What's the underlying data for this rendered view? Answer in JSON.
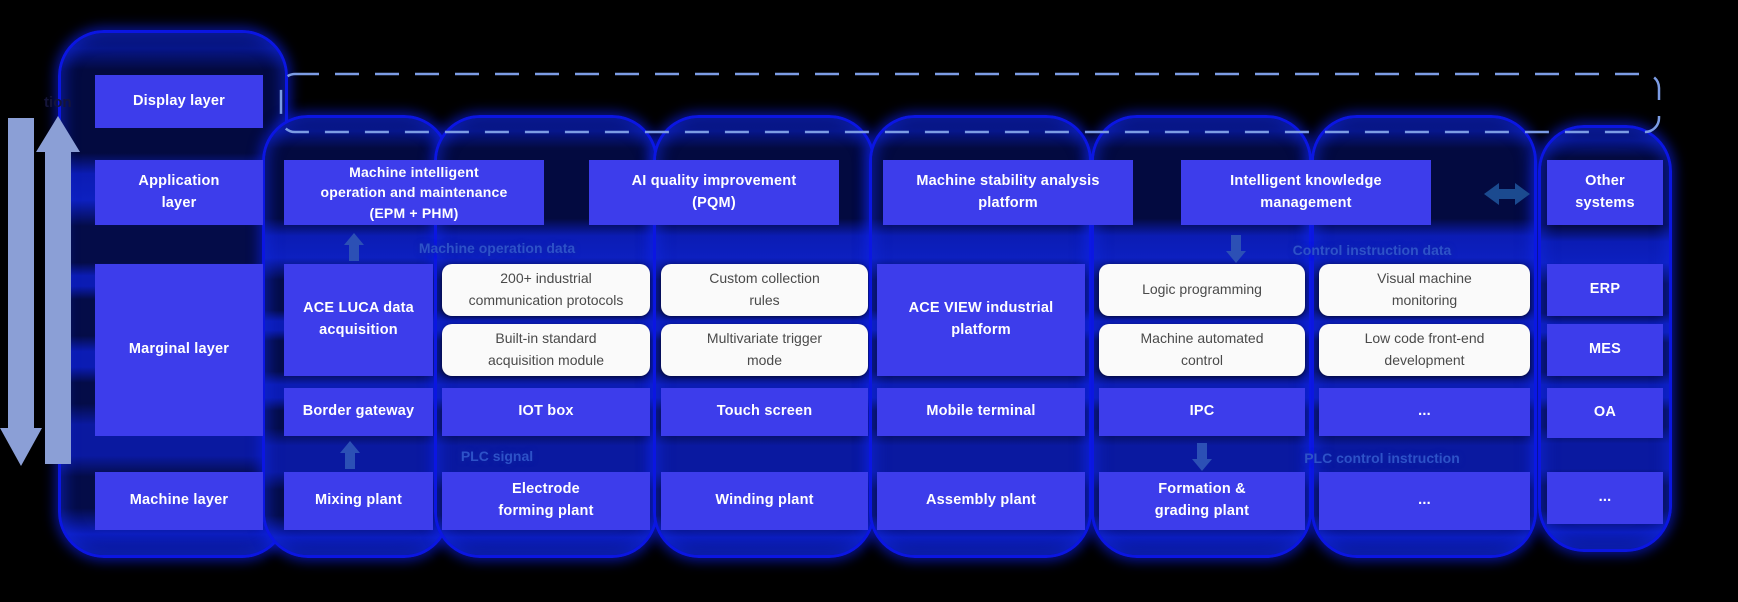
{
  "diagram": {
    "cut_label_fragment": "tion",
    "left_column": {
      "display": "Display layer",
      "application": "Application\nlayer",
      "marginal": "Marginal layer",
      "machine": "Machine layer"
    },
    "application_row": {
      "epm_phm": "Machine intelligent\noperation and maintenance\n(EPM + PHM)",
      "pqm": "AI quality improvement\n(PQM)",
      "stability": "Machine stability analysis\nplatform",
      "knowledge": "Intelligent knowledge\nmanagement",
      "other_systems": "Other\nsystems"
    },
    "flow_labels": {
      "machine_operation_data": "Machine operation data",
      "control_instruction_data": "Control instruction data",
      "plc_signal": "PLC signal",
      "plc_control_instruction": "PLC control instruction"
    },
    "marginal_row": {
      "ace_luca": "ACE LUCA data\nacquisition",
      "protocols": "200+ industrial\ncommunication protocols",
      "builtin_module": "Built-in standard\nacquisition module",
      "custom_rules": "Custom collection\nrules",
      "multivariate": "Multivariate trigger\nmode",
      "ace_view": "ACE VIEW industrial\nplatform",
      "logic_programming": "Logic programming",
      "automated_control": "Machine automated\ncontrol",
      "visual_monitoring": "Visual machine\nmonitoring",
      "low_code": "Low code front-end\ndevelopment"
    },
    "device_row": [
      "Border gateway",
      "IOT box",
      "Touch screen",
      "Mobile terminal",
      "IPC",
      "..."
    ],
    "machine_row": [
      "Mixing plant",
      "Electrode\nforming plant",
      "Winding plant",
      "Assembly plant",
      "Formation &\ngrading plant",
      "...",
      "..."
    ],
    "external_systems": [
      "ERP",
      "MES",
      "OA",
      "..."
    ],
    "colors": {
      "box_blue": "#3d3deb",
      "tube_border_blue": "#0b16e2",
      "flow_label_blue": "#2d52c8",
      "dashed_border": "#7c9ce4",
      "side_arrow": "#8b9fd6",
      "link_arrow": "#1b4a8f",
      "white_box_text": "#4a4a4a",
      "background": "#000000"
    }
  }
}
